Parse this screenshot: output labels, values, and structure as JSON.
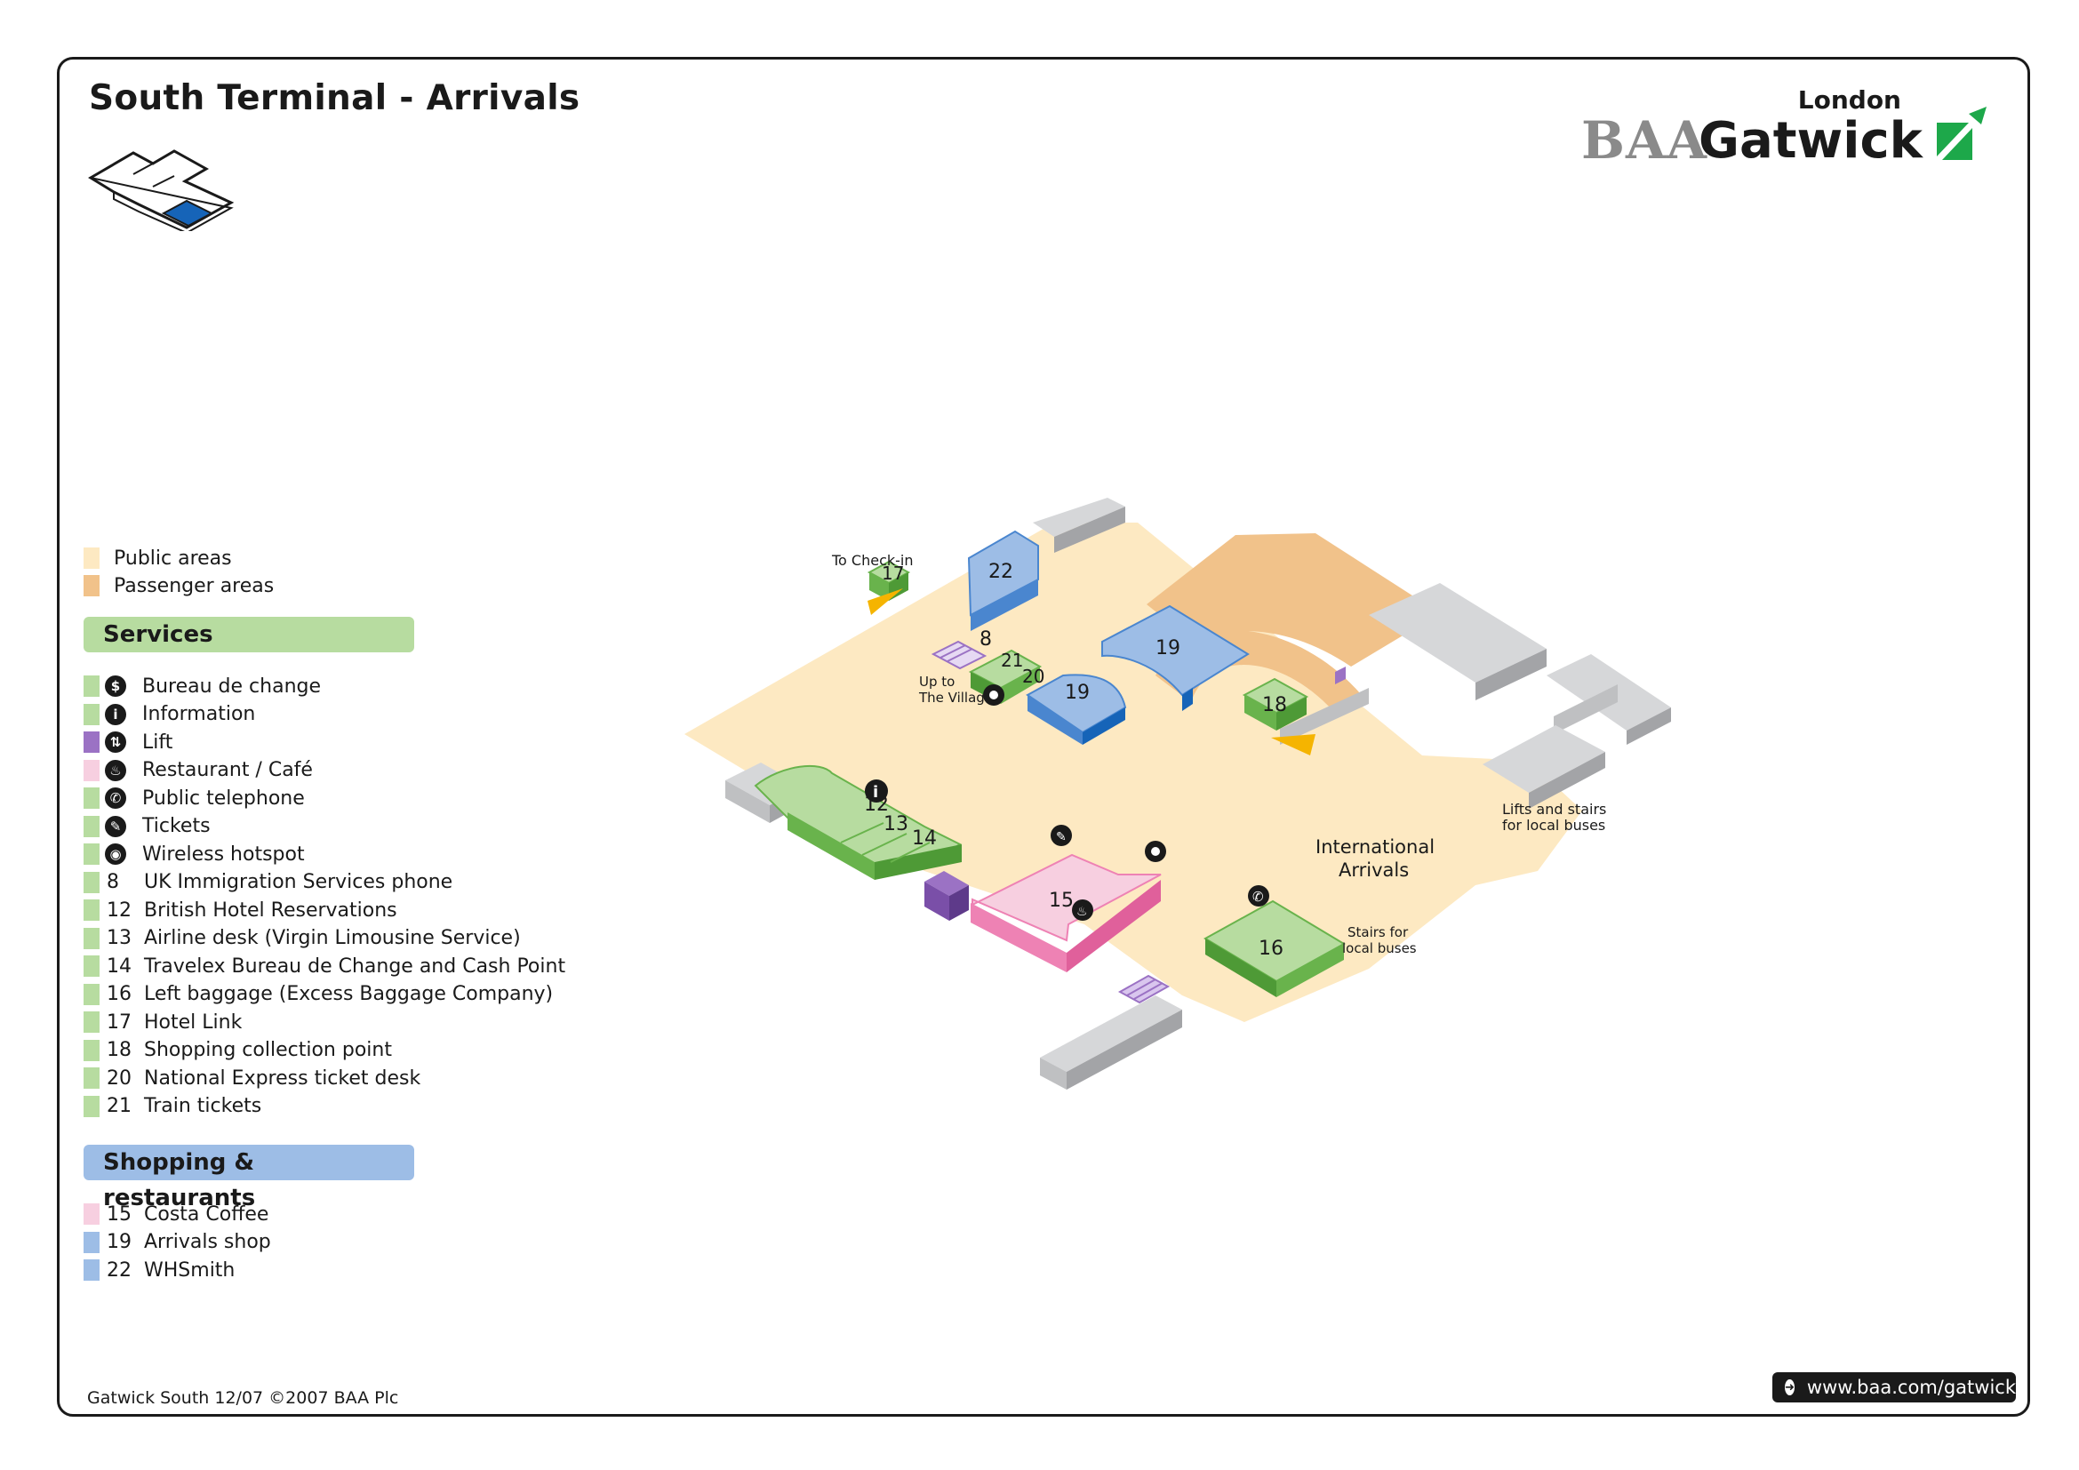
{
  "title": "South Terminal - Arrivals",
  "logo": {
    "city": "London",
    "brand_prefix": "BAA",
    "brand_name": "Gatwick"
  },
  "legend": {
    "areas": [
      {
        "label": "Public areas",
        "color": "#fde9c2"
      },
      {
        "label": "Passenger areas",
        "color": "#f1c28a"
      }
    ],
    "services_header": "Services",
    "services": [
      {
        "num": "",
        "label": "Bureau de change",
        "icon": "bureau-de-change-icon",
        "glyph": "$",
        "color": "#b7dca0"
      },
      {
        "num": "",
        "label": "Information",
        "icon": "information-icon",
        "glyph": "i",
        "color": "#b7dca0"
      },
      {
        "num": "",
        "label": "Lift",
        "icon": "lift-icon",
        "glyph": "⇅",
        "color": "#9b72c4"
      },
      {
        "num": "",
        "label": "Restaurant / Café",
        "icon": "restaurant-icon",
        "glyph": "♨",
        "color": "#f7cfe0"
      },
      {
        "num": "",
        "label": "Public telephone",
        "icon": "telephone-icon",
        "glyph": "✆",
        "color": "#b7dca0"
      },
      {
        "num": "",
        "label": "Tickets",
        "icon": "tickets-icon",
        "glyph": "✎",
        "color": "#b7dca0"
      },
      {
        "num": "",
        "label": "Wireless hotspot",
        "icon": "wireless-hotspot-icon",
        "glyph": "◉",
        "color": "#b7dca0"
      },
      {
        "num": "8",
        "label": "UK Immigration Services phone",
        "color": "#b7dca0"
      },
      {
        "num": "12",
        "label": "British Hotel Reservations",
        "color": "#b7dca0"
      },
      {
        "num": "13",
        "label": "Airline desk (Virgin Limousine Service)",
        "color": "#b7dca0"
      },
      {
        "num": "14",
        "label": "Travelex Bureau de Change and Cash Point",
        "color": "#b7dca0"
      },
      {
        "num": "16",
        "label": "Left baggage (Excess Baggage Company)",
        "color": "#b7dca0"
      },
      {
        "num": "17",
        "label": "Hotel Link",
        "color": "#b7dca0"
      },
      {
        "num": "18",
        "label": "Shopping collection point",
        "color": "#b7dca0"
      },
      {
        "num": "20",
        "label": "National Express ticket desk",
        "color": "#b7dca0"
      },
      {
        "num": "21",
        "label": "Train tickets",
        "color": "#b7dca0"
      }
    ],
    "shopping_header": "Shopping & restaurants",
    "shopping": [
      {
        "num": "15",
        "label": "Costa Coffee",
        "color": "#f7cfe0"
      },
      {
        "num": "19",
        "label": "Arrivals shop",
        "color": "#9dbde6"
      },
      {
        "num": "22",
        "label": "WHSmith",
        "color": "#9dbde6"
      }
    ]
  },
  "map": {
    "labels": {
      "to_checkin": "To Check-in",
      "up_to_village_1": "Up to",
      "up_to_village_2": "The Village",
      "intl_1": "International",
      "intl_2": "Arrivals",
      "lifts_1": "Lifts and stairs",
      "lifts_2": "for local buses",
      "stairs_1": "Stairs for",
      "stairs_2": "local buses"
    },
    "units": [
      "17",
      "22",
      "19",
      "19",
      "8",
      "21",
      "20",
      "18",
      "12",
      "13",
      "14",
      "15",
      "16"
    ]
  },
  "footer": "Gatwick South 12/07 ©2007 BAA Plc",
  "url": "www.baa.com/gatwick",
  "colors": {
    "public": "#fde9c2",
    "passenger": "#f1c28a",
    "services": "#b7dca0",
    "services_dark": "#69b34c",
    "shops": "#9dbde6",
    "shops_dark": "#4a86cf",
    "restaurant": "#f7cfe0",
    "restaurant_dark": "#ee82b4",
    "lift": "#9b72c4",
    "structure": "#d6d7d9",
    "structure_dark": "#a3a4a7",
    "brand_green": "#1da84a"
  }
}
